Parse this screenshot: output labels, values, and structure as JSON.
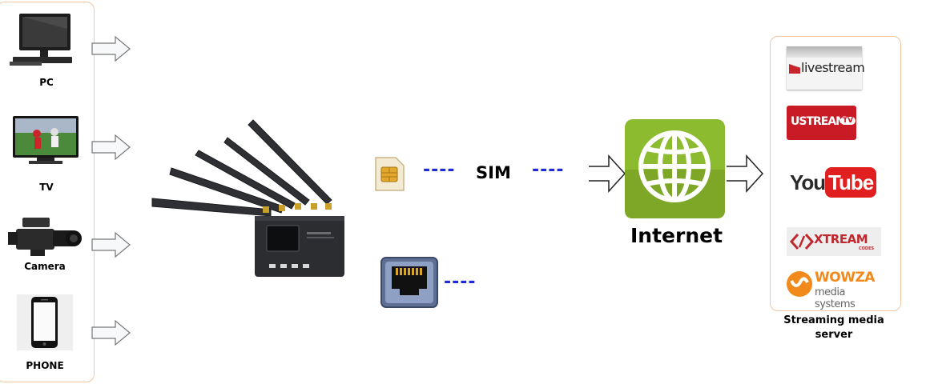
{
  "sources": [
    {
      "label": "PC",
      "icon": "desktop-monitor-icon"
    },
    {
      "label": "TV",
      "icon": "television-icon"
    },
    {
      "label": "Camera",
      "icon": "video-camera-icon"
    },
    {
      "label": "PHONE",
      "icon": "smartphone-icon"
    }
  ],
  "device": {
    "icon": "4g-encoder-router-icon"
  },
  "links": {
    "sim_label": "SIM",
    "sim_dashes_left": "----",
    "sim_dashes_right": "----",
    "ethernet_dashes": "----"
  },
  "internet": {
    "label": "Internet",
    "icon": "globe-icon"
  },
  "servers": {
    "label_line1": "Streaming media",
    "label_line2": "server",
    "logos": [
      {
        "name": "livestream-logo",
        "text": "livestream"
      },
      {
        "name": "ustream-logo",
        "text": "USTREAM",
        "badge": "TV"
      },
      {
        "name": "youtube-logo",
        "text_a": "You",
        "text_b": "Tube"
      },
      {
        "name": "xtream-logo",
        "text": "XTREAM",
        "sub": "CODES"
      },
      {
        "name": "wowza-logo",
        "text": "WOWZA",
        "sub": "media systems"
      }
    ]
  },
  "colors": {
    "panel_border": "#f2c7a5",
    "dash_blue": "#1f2bd6",
    "globe_green": "#8dbb2f",
    "device_dark": "#2b2d31"
  }
}
